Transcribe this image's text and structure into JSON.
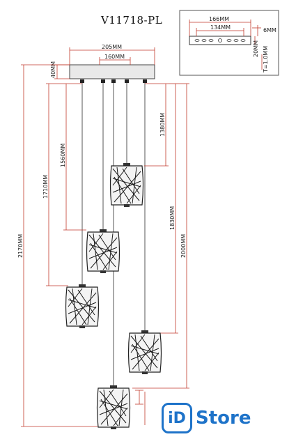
{
  "title": "V11718-PL",
  "inset": {
    "width_outer": "166MM",
    "width_inner": "134MM",
    "height": "20MM",
    "depth": "6MM",
    "thickness": "T=1.0MM"
  },
  "canopy": {
    "width_outer": "205MM",
    "width_inner": "160MM",
    "height": "40MM"
  },
  "drops": {
    "overall": "2170MM",
    "d1710": "1710MM",
    "d1560": "1560MM",
    "d1380": "1380MM",
    "d1830": "1830MM",
    "d2000": "2000MM"
  },
  "shade": {
    "height": "",
    "width": ""
  },
  "logo": {
    "badge": "iD",
    "text": "Store"
  },
  "colors": {
    "line": "#333333",
    "dimension": "#c0392b",
    "accent": "#1e73c9"
  }
}
